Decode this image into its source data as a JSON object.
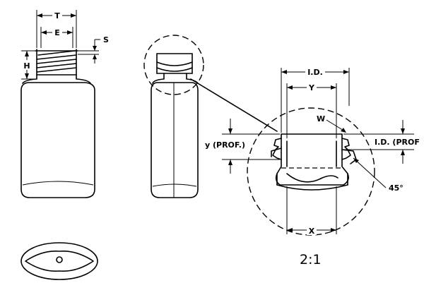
{
  "labels": {
    "t": "T",
    "e": "E",
    "s": "S",
    "h": "H",
    "id_top": "I.D.",
    "y_upper": "Y",
    "w": "W",
    "y_prof": "y (PROF.)",
    "id_prof": "I.D. (PROF",
    "angle": "45°",
    "x": "X",
    "scale": "2:1"
  }
}
